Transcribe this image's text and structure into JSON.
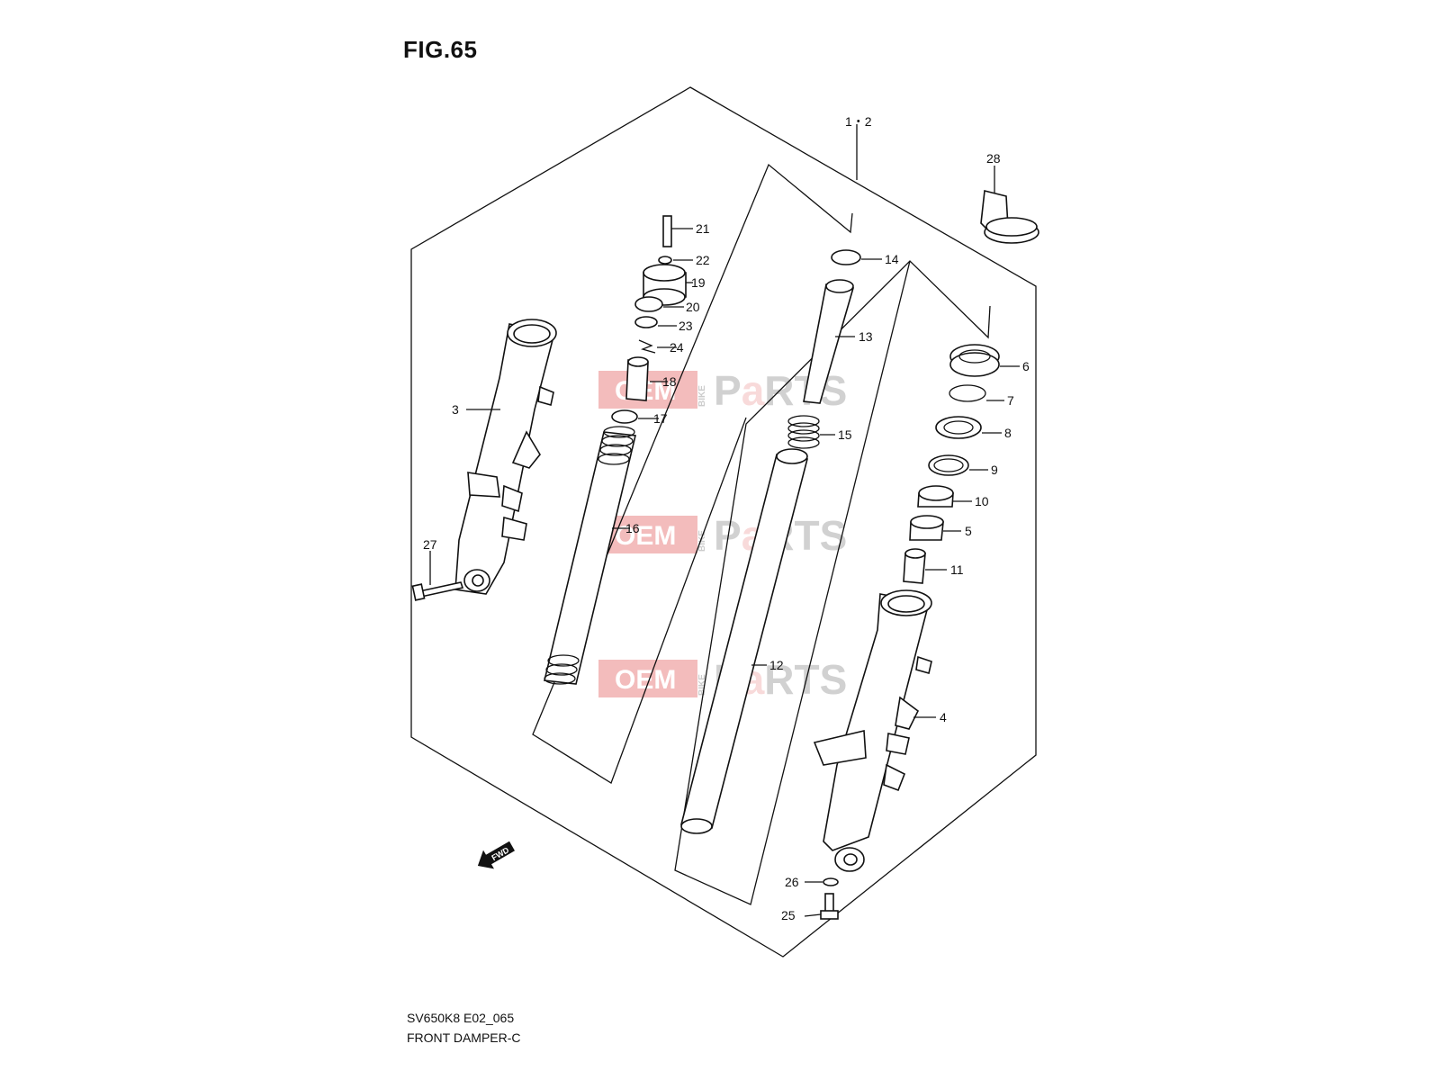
{
  "figure": {
    "title": "FIG.65",
    "code": "SV650K8 E02_065",
    "caption": "FRONT DAMPER-C"
  },
  "callouts": [
    {
      "id": "c1-2",
      "text": "1・2"
    },
    {
      "id": "c28",
      "text": "28"
    },
    {
      "id": "c21",
      "text": "21"
    },
    {
      "id": "c22",
      "text": "22"
    },
    {
      "id": "c19",
      "text": "19"
    },
    {
      "id": "c20",
      "text": "20"
    },
    {
      "id": "c23",
      "text": "23"
    },
    {
      "id": "c24",
      "text": "24"
    },
    {
      "id": "c18",
      "text": "18"
    },
    {
      "id": "c17",
      "text": "17"
    },
    {
      "id": "c16",
      "text": "16"
    },
    {
      "id": "c3",
      "text": "3"
    },
    {
      "id": "c27",
      "text": "27"
    },
    {
      "id": "c14",
      "text": "14"
    },
    {
      "id": "c13",
      "text": "13"
    },
    {
      "id": "c15",
      "text": "15"
    },
    {
      "id": "c12",
      "text": "12"
    },
    {
      "id": "c6",
      "text": "6"
    },
    {
      "id": "c7",
      "text": "7"
    },
    {
      "id": "c8",
      "text": "8"
    },
    {
      "id": "c9",
      "text": "9"
    },
    {
      "id": "c10",
      "text": "10"
    },
    {
      "id": "c5",
      "text": "5"
    },
    {
      "id": "c11",
      "text": "11"
    },
    {
      "id": "c4",
      "text": "4"
    },
    {
      "id": "c26",
      "text": "26"
    },
    {
      "id": "c25",
      "text": "25"
    }
  ],
  "fwd_arrow": {
    "label": "FWD"
  },
  "watermark": {
    "oem": "OEM",
    "bike": "BIKE",
    "parts_p": "P",
    "parts_a": "a",
    "parts_rest": "RTS"
  }
}
